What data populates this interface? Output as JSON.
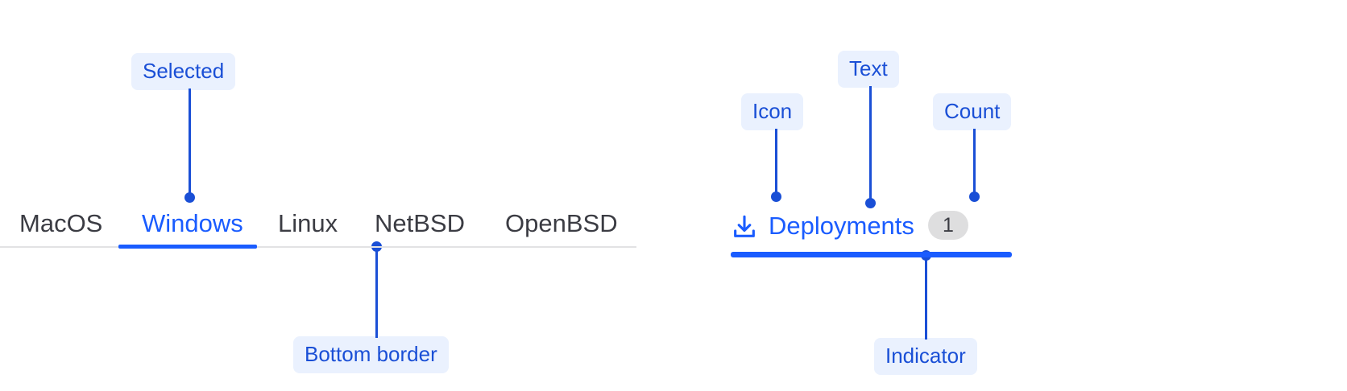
{
  "left_group": {
    "name": "os-tab-bar",
    "tabs": [
      {
        "label": "MacOS",
        "selected": false
      },
      {
        "label": "Windows",
        "selected": true
      },
      {
        "label": "Linux",
        "selected": false
      },
      {
        "label": "NetBSD",
        "selected": false
      },
      {
        "label": "OpenBSD",
        "selected": false
      }
    ],
    "annotations": [
      {
        "label": "Selected"
      },
      {
        "label": "Bottom border"
      }
    ]
  },
  "right_group": {
    "name": "deployments-tab",
    "icon": "download-icon",
    "label": "Deployments",
    "count": "1",
    "annotations": [
      {
        "label": "Icon"
      },
      {
        "label": "Text"
      },
      {
        "label": "Count"
      },
      {
        "label": "Indicator"
      }
    ]
  },
  "colors": {
    "annotation_text": "#1a4fd6",
    "annotation_bg": "#eaf1fe",
    "tab_text": "#3b3c43",
    "tab_active": "#1a5cff",
    "divider": "#e2e2e4",
    "badge_bg": "#dededf"
  }
}
